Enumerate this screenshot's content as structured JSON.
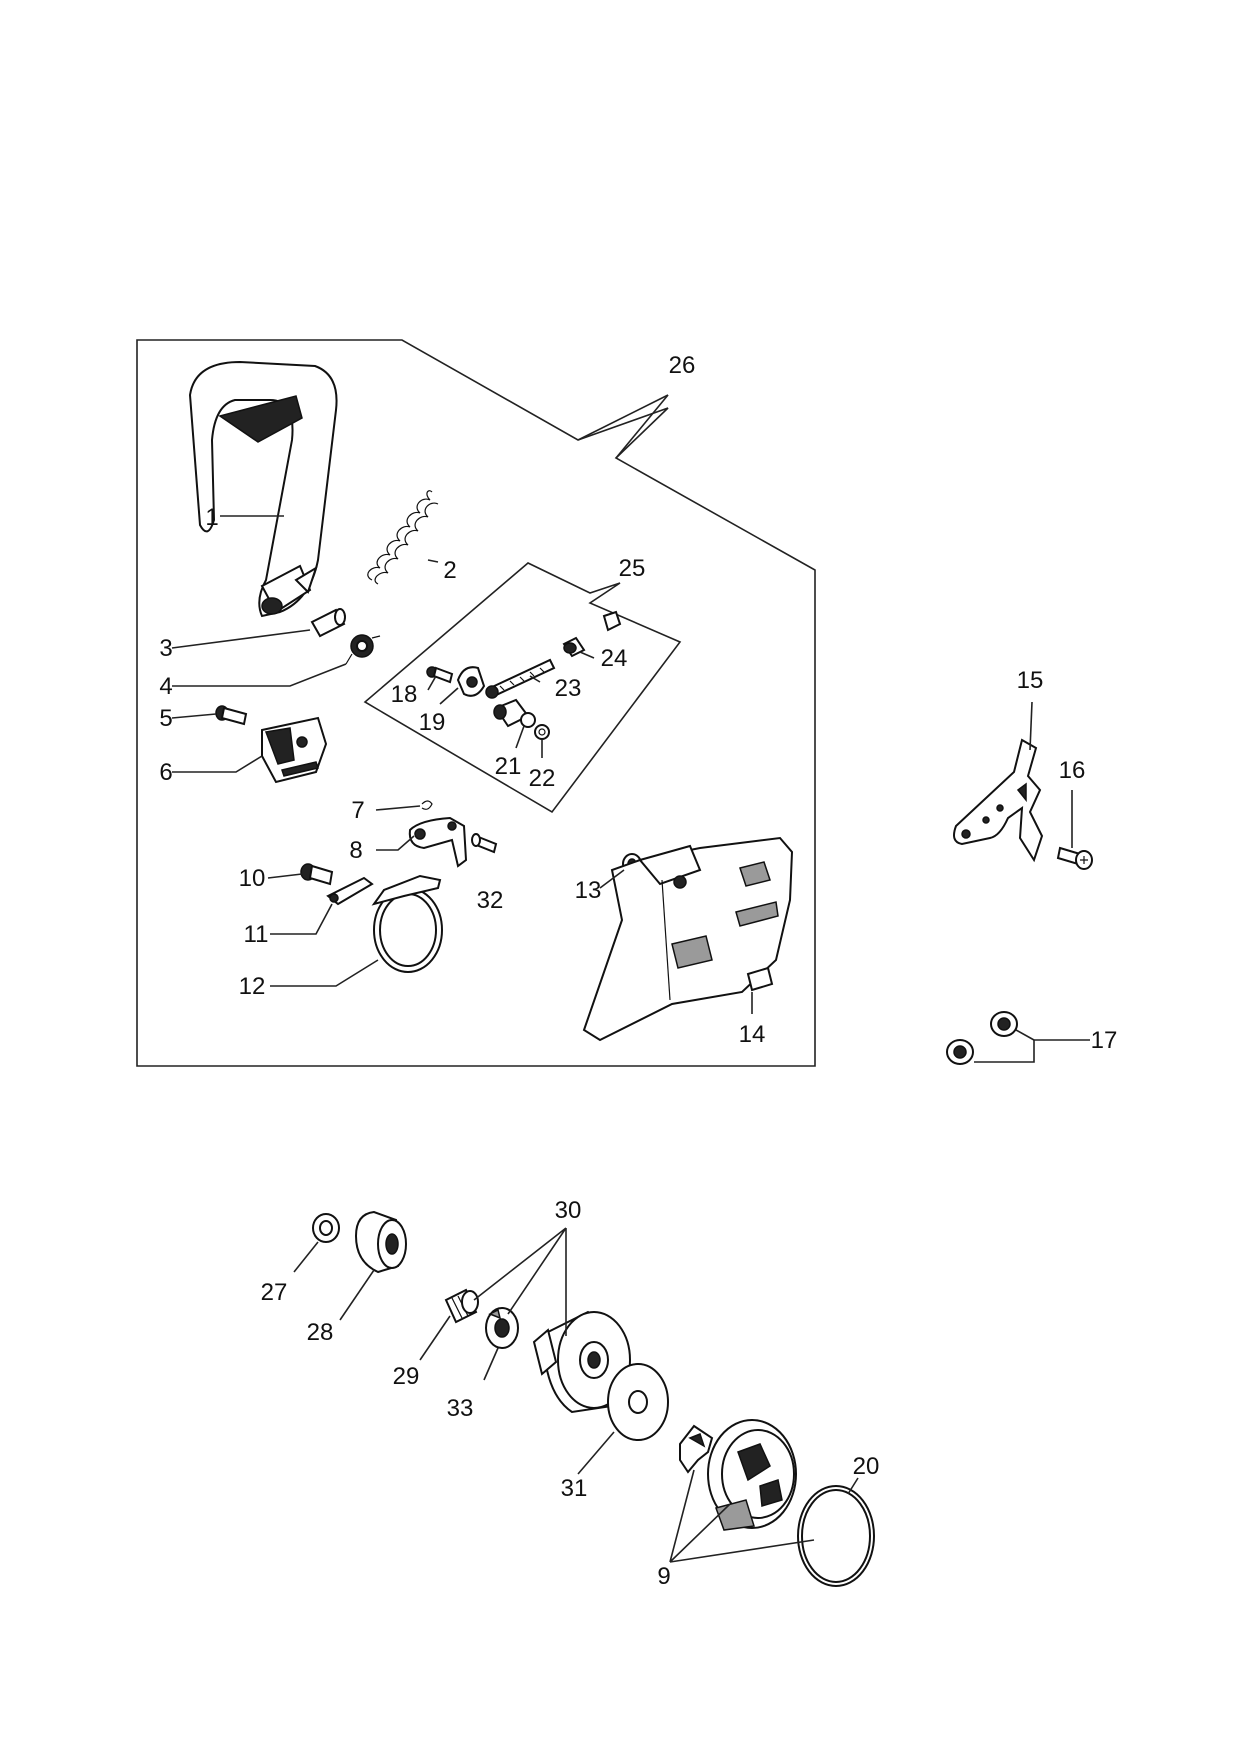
{
  "diagram": {
    "labels": {
      "1": "1",
      "2": "2",
      "3": "3",
      "4": "4",
      "5": "5",
      "6": "6",
      "7": "7",
      "8": "8",
      "9": "9",
      "10": "10",
      "11": "11",
      "12": "12",
      "13": "13",
      "14": "14",
      "15": "15",
      "16": "16",
      "17": "17",
      "18": "18",
      "19": "19",
      "20": "20",
      "21": "21",
      "22": "22",
      "23": "23",
      "24": "24",
      "25": "25",
      "26": "26",
      "27": "27",
      "28": "28",
      "29": "29",
      "30": "30",
      "31": "31",
      "32": "32",
      "33": "33"
    }
  }
}
